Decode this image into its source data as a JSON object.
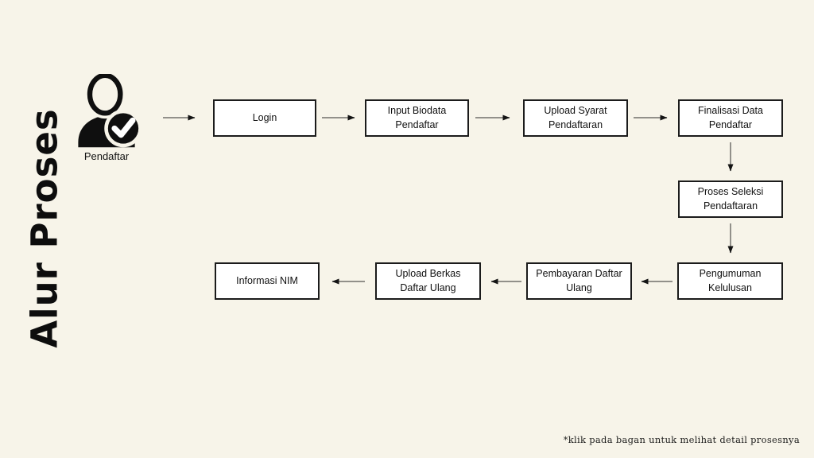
{
  "title": "Alur Proses",
  "actor": {
    "label": "Pendaftar",
    "icon": "person-check-icon"
  },
  "flow": {
    "steps": [
      {
        "id": "login",
        "label": "Login"
      },
      {
        "id": "input-biodata",
        "label": "Input Biodata\nPendaftar"
      },
      {
        "id": "upload-syarat",
        "label": "Upload Syarat\nPendaftaran"
      },
      {
        "id": "finalisasi-data",
        "label": "Finalisasi Data\nPendaftar"
      },
      {
        "id": "proses-seleksi",
        "label": "Proses Seleksi\nPendaftaran"
      },
      {
        "id": "pengumuman",
        "label": "Pengumuman\nKelulusan"
      },
      {
        "id": "pembayaran",
        "label": "Pembayaran Daftar\nUlang"
      },
      {
        "id": "upload-berkas",
        "label": "Upload Berkas\nDaftar Ulang"
      },
      {
        "id": "informasi-nim",
        "label": "Informasi NIM"
      }
    ]
  },
  "footnote": "*klik pada bagan untuk melihat detail prosesnya",
  "colors": {
    "background": "#F7F4E9",
    "box_fill": "#FFFFFF",
    "box_border": "#1B1B1B",
    "arrow_shaft": "#92908A",
    "arrow_head": "#141414",
    "text": "#111111"
  }
}
